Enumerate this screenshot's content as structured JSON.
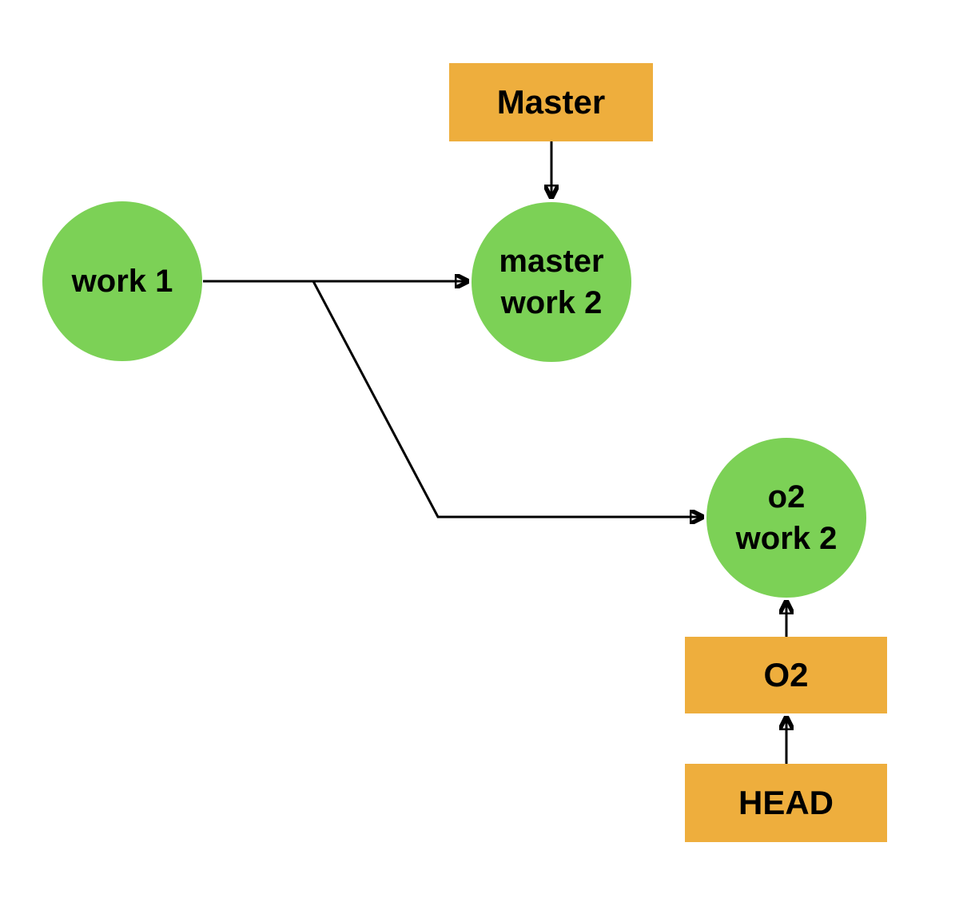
{
  "diagram": {
    "type": "git-branch-diagram",
    "colors": {
      "commit_fill": "#7CD156",
      "label_fill": "#EEAE3D",
      "line": "#000000",
      "text": "#000000",
      "background": "#ffffff"
    },
    "nodes": {
      "master_label": "Master",
      "work1": "work 1",
      "master_work2": [
        "master",
        "work 2"
      ],
      "o2_work2": [
        "o2",
        "work 2"
      ],
      "o2_label": "O2",
      "head_label": "HEAD"
    },
    "edges": [
      {
        "from": "Master",
        "to": "master work 2",
        "direction": "down"
      },
      {
        "from": "work 1",
        "to": "master work 2",
        "direction": "right"
      },
      {
        "from": "work 1",
        "to": "o2 work 2",
        "direction": "down-right"
      },
      {
        "from": "O2",
        "to": "o2 work 2",
        "direction": "up"
      },
      {
        "from": "HEAD",
        "to": "O2",
        "direction": "up"
      }
    ]
  }
}
